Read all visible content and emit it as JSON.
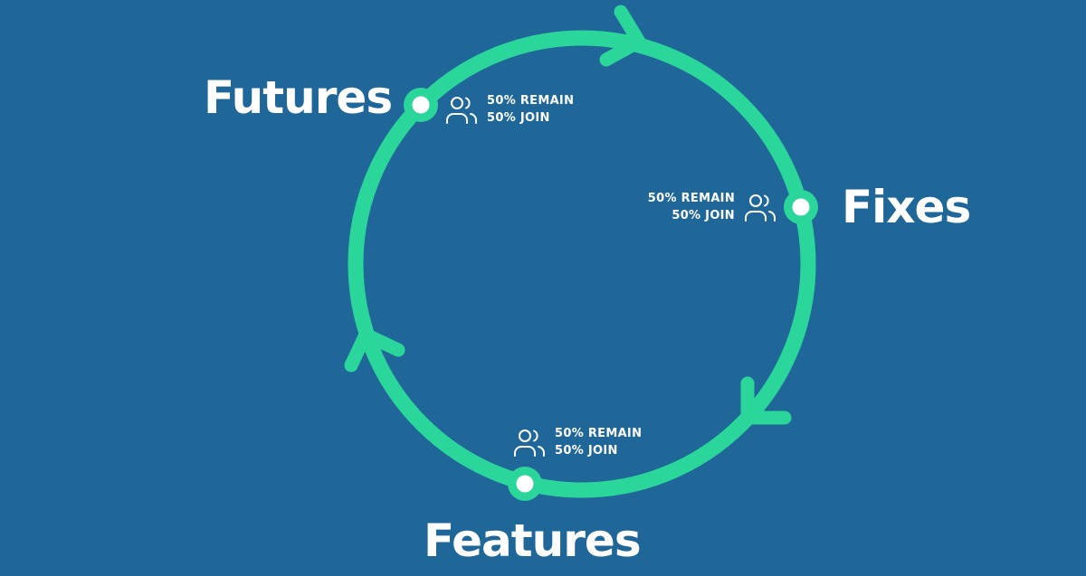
{
  "colors": {
    "background": "#1f6699",
    "cycle": "#2bd69a",
    "text": "#ffffff"
  },
  "icon": "people-icon",
  "stages": [
    {
      "id": "futures",
      "label": "Futures",
      "remain": "50% REMAIN",
      "join": "50% JOIN"
    },
    {
      "id": "fixes",
      "label": "Fixes",
      "remain": "50% REMAIN",
      "join": "50% JOIN"
    },
    {
      "id": "features",
      "label": "Features",
      "remain": "50% REMAIN",
      "join": "50% JOIN"
    }
  ]
}
